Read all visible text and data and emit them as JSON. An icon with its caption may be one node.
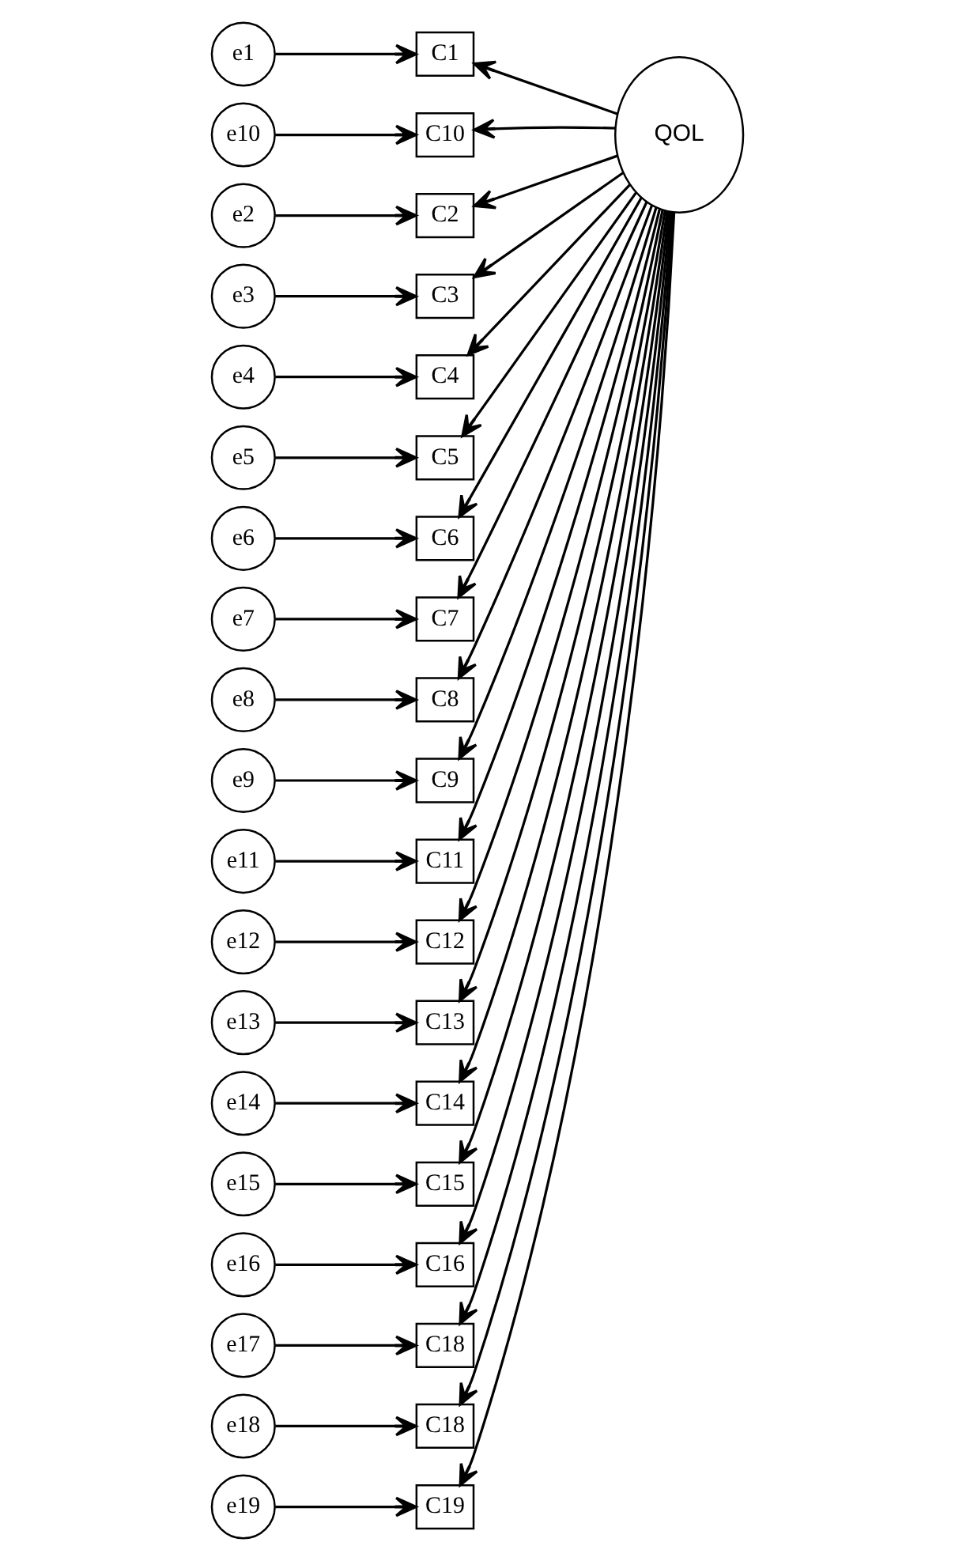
{
  "diagram": {
    "nodes": [
      {
        "text": [
          "e1"
        ]
      },
      {
        "text": [
          "C1"
        ]
      },
      {
        "text": [
          "e2"
        ]
      },
      {
        "text": [
          "C2"
        ]
      },
      {
        "text": [
          "e3"
        ]
      },
      {
        "text": [
          "C3"
        ]
      },
      {
        "text": [
          "e4"
        ]
      },
      {
        "text": [
          "C4"
        ]
      },
      {
        "text": [
          "e5"
        ]
      },
      {
        "text": [
          "C5"
        ]
      },
      {
        "text": [
          "e6"
        ]
      },
      {
        "text": [
          "C6"
        ]
      },
      {
        "text": [
          "e7"
        ]
      },
      {
        "text": [
          "C7"
        ]
      },
      {
        "text": [
          "e8"
        ]
      },
      {
        "text": [
          "C8"
        ]
      },
      {
        "text": [
          "e9"
        ]
      },
      {
        "text": [
          "C9"
        ]
      },
      {
        "text": [
          "e10"
        ]
      },
      {
        "text": [
          "C10"
        ]
      },
      {
        "text": [
          "e11"
        ]
      },
      {
        "text": [
          "C11"
        ]
      },
      {
        "text": [
          "e12"
        ]
      },
      {
        "text": [
          "C12"
        ]
      },
      {
        "text": [
          "e13"
        ]
      },
      {
        "text": [
          "C13"
        ]
      },
      {
        "text": [
          "e14"
        ]
      },
      {
        "text": [
          "C14"
        ]
      },
      {
        "text": [
          "e15"
        ]
      },
      {
        "text": [
          "C15"
        ]
      },
      {
        "text": [
          "e16"
        ]
      },
      {
        "text": [
          "C16"
        ]
      },
      {
        "text": [
          "e17"
        ]
      },
      {
        "text": [
          "C18"
        ]
      },
      {
        "text": [
          "e18"
        ]
      },
      {
        "text": [
          "C18"
        ]
      },
      {
        "text": [
          "e19"
        ]
      },
      {
        "text": [
          "C19"
        ]
      },
      {
        "text": [
          "QOL"
        ]
      }
    ],
    "edges": [
      {
        "from": 0,
        "to": 1,
        "arrow": "to"
      },
      {
        "from": 38,
        "to": 1,
        "arrow": "to"
      },
      {
        "from": 2,
        "to": 3,
        "arrow": "to"
      },
      {
        "from": 38,
        "to": 3,
        "arrow": "to"
      },
      {
        "from": 4,
        "to": 5,
        "arrow": "to"
      },
      {
        "from": 38,
        "to": 5,
        "arrow": "to"
      },
      {
        "from": 6,
        "to": 7,
        "arrow": "to"
      },
      {
        "from": 38,
        "to": 7,
        "arrow": "to"
      },
      {
        "from": 8,
        "to": 9,
        "arrow": "to"
      },
      {
        "from": 38,
        "to": 9,
        "arrow": "to"
      },
      {
        "from": 10,
        "to": 11,
        "arrow": "to"
      },
      {
        "from": 38,
        "to": 11,
        "arrow": "to"
      },
      {
        "from": 12,
        "to": 13,
        "arrow": "to"
      },
      {
        "from": 38,
        "to": 13,
        "arrow": "to"
      },
      {
        "from": 14,
        "to": 15,
        "arrow": "to"
      },
      {
        "from": 38,
        "to": 15,
        "arrow": "to"
      },
      {
        "from": 16,
        "to": 17,
        "arrow": "to"
      },
      {
        "from": 38,
        "to": 17,
        "arrow": "to"
      },
      {
        "from": 18,
        "to": 19,
        "arrow": "to"
      },
      {
        "from": 38,
        "to": 19,
        "arrow": "to"
      },
      {
        "from": 20,
        "to": 21,
        "arrow": "to"
      },
      {
        "from": 38,
        "to": 21,
        "arrow": "to"
      },
      {
        "from": 22,
        "to": 23,
        "arrow": "to"
      },
      {
        "from": 38,
        "to": 23,
        "arrow": "to"
      },
      {
        "from": 24,
        "to": 25,
        "arrow": "to"
      },
      {
        "from": 38,
        "to": 25,
        "arrow": "to"
      },
      {
        "from": 26,
        "to": 27,
        "arrow": "to"
      },
      {
        "from": 38,
        "to": 27,
        "arrow": "to"
      },
      {
        "from": 28,
        "to": 29,
        "arrow": "to"
      },
      {
        "from": 38,
        "to": 29,
        "arrow": "to"
      },
      {
        "from": 30,
        "to": 31,
        "arrow": "to"
      },
      {
        "from": 38,
        "to": 31,
        "arrow": "to"
      },
      {
        "from": 32,
        "to": 33,
        "arrow": "to"
      },
      {
        "from": 38,
        "to": 33,
        "arrow": "to"
      },
      {
        "from": 34,
        "to": 35,
        "arrow": "to"
      },
      {
        "from": 38,
        "to": 35,
        "arrow": "to"
      },
      {
        "from": 36,
        "to": 37,
        "arrow": "to"
      },
      {
        "from": 38,
        "to": 37,
        "arrow": "to"
      }
    ]
  }
}
